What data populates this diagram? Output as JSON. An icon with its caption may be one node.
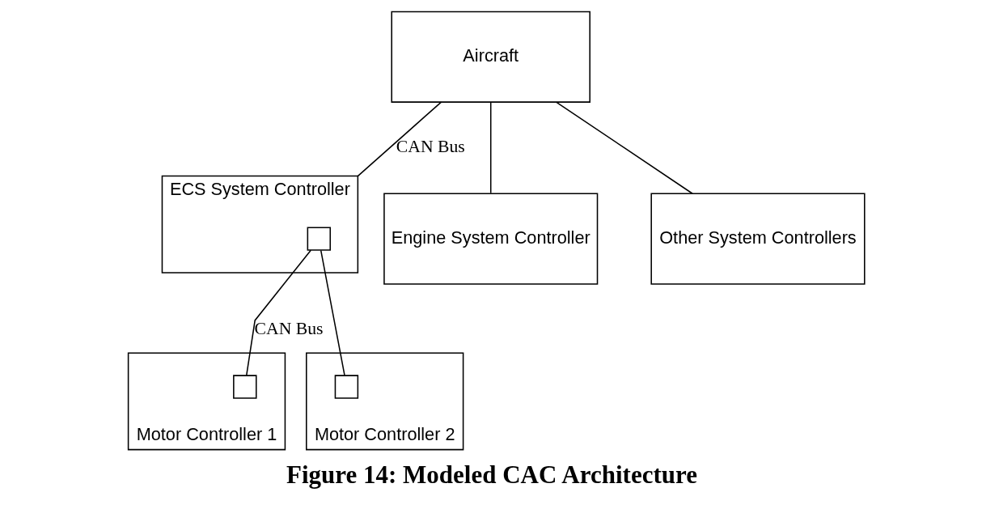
{
  "diagram": {
    "caption": "Figure 14: Modeled CAC Architecture",
    "nodes": [
      {
        "text": [
          "Aircraft"
        ]
      },
      {
        "text": [
          "ECS System Controller"
        ]
      },
      {
        "text": [],
        "shape": "box",
        "in": 1
      },
      {
        "text": [
          "Engine System Controller"
        ]
      },
      {
        "text": [
          "Other System Controllers"
        ]
      },
      {
        "text": [
          "Motor Controller 1"
        ]
      },
      {
        "text": [],
        "shape": "box",
        "in": 5
      },
      {
        "text": [
          "Motor Controller 2"
        ]
      },
      {
        "text": [],
        "shape": "box",
        "in": 7
      }
    ],
    "edges": [
      {
        "from": 0,
        "to": 1,
        "arrow": "none",
        "label": "CAN Bus"
      },
      {
        "from": 0,
        "to": 3,
        "arrow": "none"
      },
      {
        "from": 0,
        "to": 4,
        "arrow": "none"
      },
      {
        "from": 2,
        "to": 6,
        "arrow": "none",
        "label": "CAN Bus"
      },
      {
        "from": 2,
        "to": 8,
        "arrow": "none"
      }
    ]
  }
}
